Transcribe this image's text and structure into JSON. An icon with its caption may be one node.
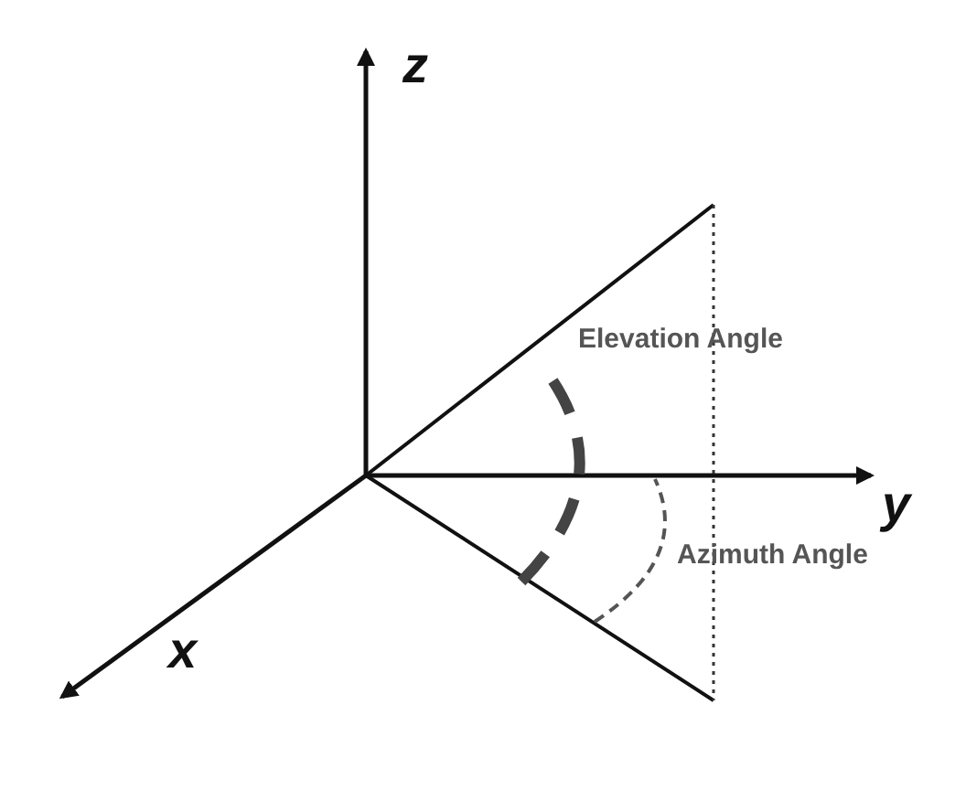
{
  "diagram": {
    "labels": [
      "z",
      "y",
      "x",
      "Elevation Angle",
      "Azimuth Angle"
    ]
  }
}
